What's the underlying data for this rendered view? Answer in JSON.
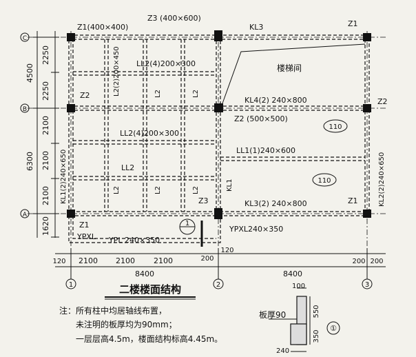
{
  "drawing": {
    "title": "二楼楼面结构",
    "notes": [
      "注：所有柱中均居轴线布置，",
      "未注明的板厚均为90mm；",
      "一层层高4.5m，楼面结构标高4.45m。"
    ],
    "axes": {
      "h1": "①",
      "h2": "②",
      "h3": "③",
      "vA": "Ⓐ",
      "vB": "Ⓑ",
      "vC": "Ⓒ"
    },
    "dims": {
      "left": [
        "2250",
        "2250",
        "4500",
        "2100",
        "2100",
        "2100",
        "6300",
        "1620"
      ],
      "bottom": [
        "120",
        "2100",
        "2100",
        "2100",
        "8400",
        "200",
        "120",
        "8400",
        "200",
        "200"
      ]
    },
    "labels": {
      "z1_top": "Z1(400×400)",
      "z3_top": "Z3 (400×600)",
      "kl3_top": "KL3",
      "z1_topright": "Z1",
      "stair": "楼梯间",
      "ll2_4_top": "LL2(4)200×300",
      "l2_vert_top": "L2(2)200×450",
      "l2_a": "L2",
      "l2_b": "L2",
      "z2_left": "Z2",
      "kl4": "KL4(2) 240×800",
      "z2_right": "Z2",
      "z2_center": "Z2 (500×500)",
      "slab1": "110",
      "ll2_4_mid": "LL2(4)200×300",
      "kl1_left": "KL1(2)240×650",
      "ll1": "LL1(1)240×600",
      "kl2_right": "KL2(2)240×650",
      "ll2": "LL2",
      "slab2": "110",
      "l2_c": "L2",
      "l2_d": "L2",
      "l2_e": "L2",
      "kl1_mid": "KL1",
      "z3_bottom": "Z3",
      "kl3_bottom": "KL3(2) 240×800",
      "z1_bottomright": "Z1",
      "z1_bottomleft": "Z1",
      "ypxl_left": "YPXL",
      "ypl": "YPL 240×350",
      "section_ref": "1",
      "ypxl_right": "YPXL240×350"
    },
    "section": {
      "dim100": "100",
      "dim550": "550",
      "slab": "板厚90",
      "dim350": "350",
      "dim240": "240",
      "ref": "①"
    }
  }
}
